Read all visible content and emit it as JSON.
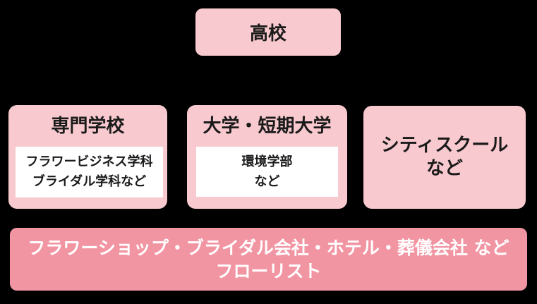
{
  "diagram": {
    "background": "#000000",
    "colors": {
      "box_fill": "#f8c9ce",
      "inner_fill": "#ffffff",
      "bar_fill": "#f295a3",
      "title_text": "#1a1a1a",
      "bar_text": "#ffffff"
    },
    "top_box": {
      "label": "高校"
    },
    "schools": [
      {
        "title": "専門学校",
        "lines": [
          "フラワービジネス学科",
          "ブライダル学科など"
        ]
      },
      {
        "title": "大学・短期大学",
        "lines": [
          "環境学部",
          "など"
        ]
      },
      {
        "title_lines": [
          "シティスクール",
          "など"
        ]
      }
    ],
    "careers": {
      "lines": [
        "フラワーショップ・ブライダル会社・ホテル・葬儀会社 など",
        "フローリスト"
      ]
    }
  }
}
